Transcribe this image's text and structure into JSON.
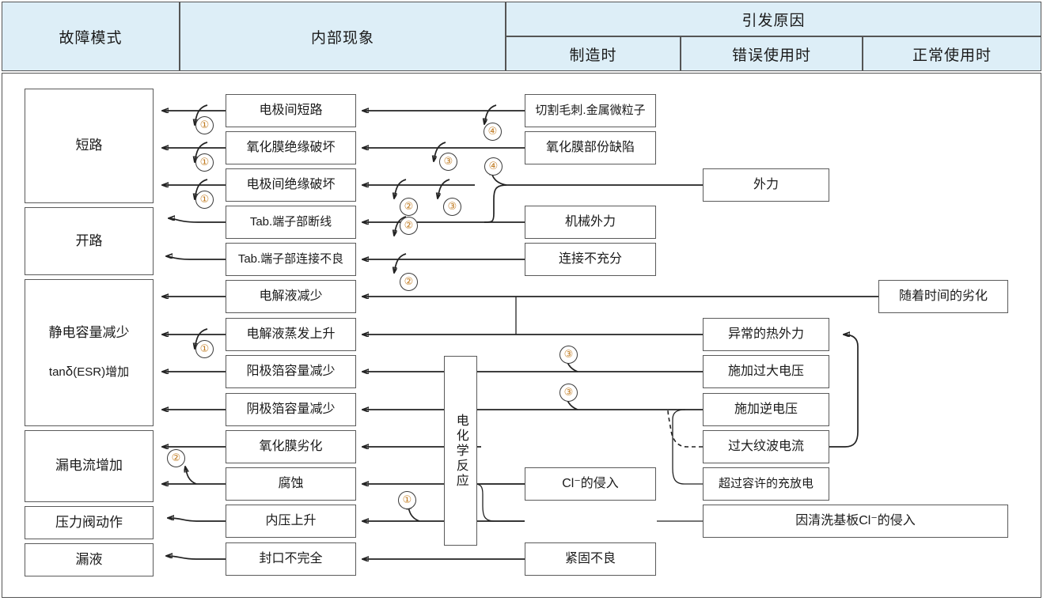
{
  "header": {
    "columns": [
      {
        "id": "failure-mode",
        "label": "故障模式"
      },
      {
        "id": "internal-phenomenon",
        "label": "内部现象"
      },
      {
        "id": "trigger-cause",
        "label": "引发原因"
      }
    ],
    "subcolumns": [
      {
        "id": "manufacturing",
        "label": "制造时"
      },
      {
        "id": "misuse",
        "label": "错误使用时"
      },
      {
        "id": "normal-use",
        "label": "正常使用时"
      }
    ]
  },
  "failure_modes": [
    {
      "id": "short-circuit",
      "label": "短路"
    },
    {
      "id": "open-circuit",
      "label": "开路"
    },
    {
      "id": "capacitance-drop",
      "label_line1": "静电容量减少",
      "label_line2_pre": "tan",
      "label_line2_delta": "δ",
      "label_line2_post": "(ESR)增加"
    },
    {
      "id": "leakage-current",
      "label": "漏电流增加"
    },
    {
      "id": "pressure-valve",
      "label": "压力阀动作"
    },
    {
      "id": "liquid-leak",
      "label": "漏液"
    }
  ],
  "internal_phenomena": [
    {
      "id": "inter-electrode-short",
      "label": "电极间短路"
    },
    {
      "id": "oxide-insulation-breakdown",
      "label": "氧化膜绝缘破坏"
    },
    {
      "id": "inter-electrode-insulation-breakdown",
      "label": "电极间绝缘破坏"
    },
    {
      "id": "tab-terminal-broken-wire",
      "label": "Tab.端子部断线"
    },
    {
      "id": "tab-terminal-poor-connection",
      "label": "Tab.端子部连接不良"
    },
    {
      "id": "electrolyte-decrease",
      "label": "电解液减少"
    },
    {
      "id": "electrolyte-evaporation-rise",
      "label": "电解液蒸发上升"
    },
    {
      "id": "anode-foil-capacitance-drop",
      "label": "阳极箔容量减少"
    },
    {
      "id": "cathode-foil-capacitance-drop",
      "label": "阴极箔容量减少"
    },
    {
      "id": "oxide-film-degradation",
      "label": "氧化膜劣化"
    },
    {
      "id": "corrosion",
      "label": "腐蚀"
    },
    {
      "id": "internal-pressure-rise",
      "label": "内压上升"
    },
    {
      "id": "incomplete-sealing",
      "label": "封口不完全"
    }
  ],
  "electrochemical_reaction": {
    "id": "electrochemical-reaction",
    "label": "电化学反应"
  },
  "causes_manufacturing": [
    {
      "id": "cutting-burr-metal-particles",
      "label": "切割毛刺.金属微粒子"
    },
    {
      "id": "oxide-film-partial-defect",
      "label": "氧化膜部份缺陷"
    },
    {
      "id": "mechanical-external-force",
      "label": "机械外力"
    },
    {
      "id": "insufficient-connection",
      "label": "连接不充分"
    },
    {
      "id": "chloride-ion-intrusion",
      "label": "Cl⁻的侵入"
    },
    {
      "id": "poor-fastening",
      "label": "紧固不良"
    }
  ],
  "causes_misuse": [
    {
      "id": "external-force",
      "label": "外力"
    },
    {
      "id": "abnormal-thermal-external-force",
      "label": "异常的热外力"
    },
    {
      "id": "excessive-voltage-applied",
      "label": "施加过大电压"
    },
    {
      "id": "reverse-voltage-applied",
      "label": "施加逆电压"
    },
    {
      "id": "excessive-ripple-current",
      "label": "过大纹波电流"
    },
    {
      "id": "exceeding-allowed-charge-discharge",
      "label": "超过容许的充放电"
    },
    {
      "id": "chloride-intrusion-from-board-cleaning",
      "label": "因清洗基板Cl⁻的侵入"
    }
  ],
  "causes_normal_use": [
    {
      "id": "degradation-over-time",
      "label": "随着时间的劣化"
    }
  ],
  "markers": [
    {
      "id": "m1",
      "num": "①"
    },
    {
      "id": "m2",
      "num": "①"
    },
    {
      "id": "m3",
      "num": "①"
    },
    {
      "id": "m4",
      "num": "①"
    },
    {
      "id": "m5",
      "num": "①"
    },
    {
      "id": "m6",
      "num": "②"
    },
    {
      "id": "m7",
      "num": "②"
    },
    {
      "id": "m8",
      "num": "②"
    },
    {
      "id": "m9",
      "num": "②"
    },
    {
      "id": "m10",
      "num": "②"
    },
    {
      "id": "m11",
      "num": "③"
    },
    {
      "id": "m12",
      "num": "③"
    },
    {
      "id": "m13",
      "num": "③"
    },
    {
      "id": "m14",
      "num": "③"
    },
    {
      "id": "m15",
      "num": "④"
    },
    {
      "id": "m16",
      "num": "④"
    }
  ],
  "colors": {
    "header_fill": "#ddeef7",
    "border": "#555555",
    "box_border": "#5a5a5a",
    "wire": "#222222",
    "marker_text": "#c07a1f",
    "text": "#1a1a1a"
  }
}
